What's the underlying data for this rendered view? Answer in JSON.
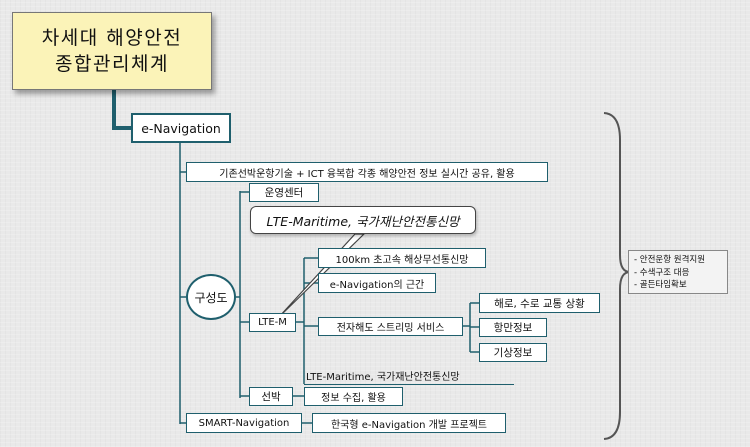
{
  "title": {
    "line1": "차세대 해양안전",
    "line2": "종합관리체계"
  },
  "enav": "e-Navigation",
  "existing": "기존선박운항기술 + ICT 융복합 각종 해양안전 정보 실시간 공유, 활용",
  "center": "운영센터",
  "callout": "LTE-Maritime, 국가재난안전통신망",
  "composition": "구성도",
  "ltem": "LTE-M",
  "speed": "100km 초고속 해상무선통신망",
  "basis": "e-Navigation의 근간",
  "chart": "전자해도 스트리밍 서비스",
  "route": "해로, 수로 교통 상황",
  "port": "항만정보",
  "weather": "기상정보",
  "lte_bottom": "LTE-Maritime, 국가재난안전통신망",
  "ship": "선박",
  "collect": "정보 수집, 활용",
  "smart": "SMART-Navigation",
  "korean_project": "한국형 e-Navigation 개발 프로젝트",
  "note": [
    "- 안전운항 원격지원",
    "- 수색구조 대응",
    "- 골든타임확보"
  ],
  "colors": {
    "line": "#1f5f6d",
    "title_bg": "#fbf3b8",
    "background": "#e9e9e9"
  }
}
